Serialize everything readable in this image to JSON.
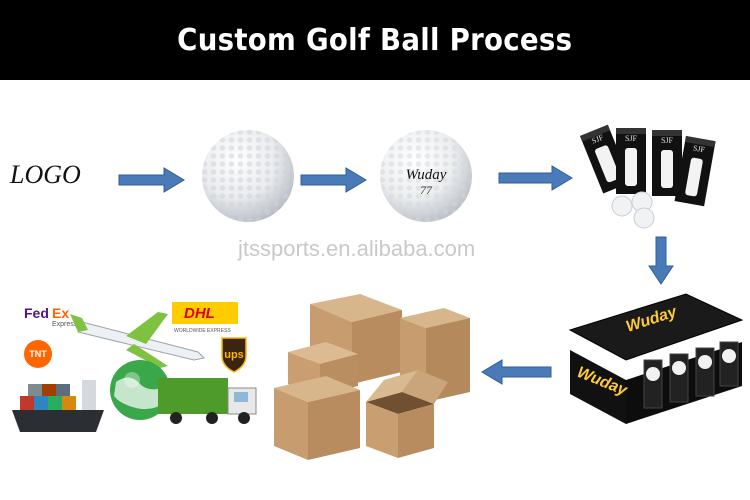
{
  "header": {
    "title": "Custom Golf Ball Process"
  },
  "steps": {
    "logo_label": "LOGO",
    "printed_ball": {
      "brand": "Wuday",
      "number": "77"
    },
    "sleeve_box_label": "SJF",
    "gift_pack": {
      "brand": "Wuday"
    }
  },
  "watermark": "jtssports.en.alibaba.com",
  "couriers": {
    "fedex": {
      "fed": "Fed",
      "ex": "Ex",
      "sub": "Express"
    },
    "dhl": {
      "name": "DHL",
      "sub": "WORLDWIDE EXPRESS"
    },
    "tnt": "TNT",
    "ups": "ups"
  },
  "colors": {
    "arrow": "#4a7ab8",
    "arrow_edge": "#2f5e9c",
    "header_bg": "#000000",
    "header_text": "#ffffff",
    "cardboard": "#c9a27a"
  }
}
